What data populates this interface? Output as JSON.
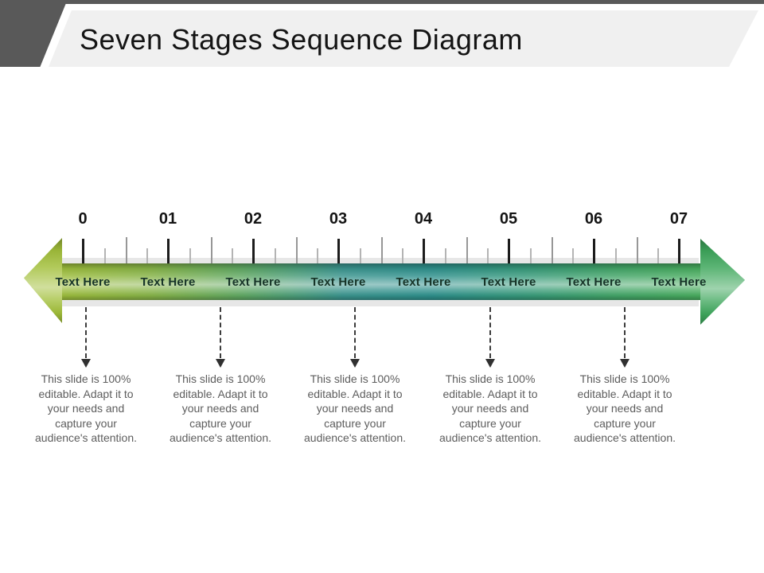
{
  "slide": {
    "title": "Seven Stages Sequence Diagram",
    "colors": {
      "header_accent": "#595959",
      "banner": "#f0f0f0",
      "bar_left": "#9cbc3b",
      "bar_middle": "#2e908c",
      "bar_right": "#48ac5e",
      "left_arrowhead": "#a2bf3a",
      "right_arrowhead": "#3ea75c",
      "callout_text": "#5d5d5d"
    }
  },
  "timeline": {
    "stages": [
      {
        "number": "0",
        "label": "Text Here"
      },
      {
        "number": "01",
        "label": "Text Here"
      },
      {
        "number": "02",
        "label": "Text Here"
      },
      {
        "number": "03",
        "label": "Text Here"
      },
      {
        "number": "04",
        "label": "Text Here"
      },
      {
        "number": "05",
        "label": "Text Here"
      },
      {
        "number": "06",
        "label": "Text Here"
      },
      {
        "number": "07",
        "label": "Text Here"
      }
    ]
  },
  "callouts": {
    "items": [
      {
        "text": "This slide is 100%\neditable. Adapt it to\nyour needs and\ncapture your\naudience's attention."
      },
      {
        "text": "This slide is 100%\neditable. Adapt it to\nyour needs and\ncapture your\naudience's attention."
      },
      {
        "text": "This slide is 100%\neditable. Adapt it to\nyour needs and\ncapture your\naudience's attention."
      },
      {
        "text": "This slide is 100%\neditable. Adapt it to\nyour needs and\ncapture your\naudience's attention."
      },
      {
        "text": "This slide is 100%\neditable. Adapt it to\nyour needs and\ncapture your\naudience's attention."
      }
    ]
  }
}
